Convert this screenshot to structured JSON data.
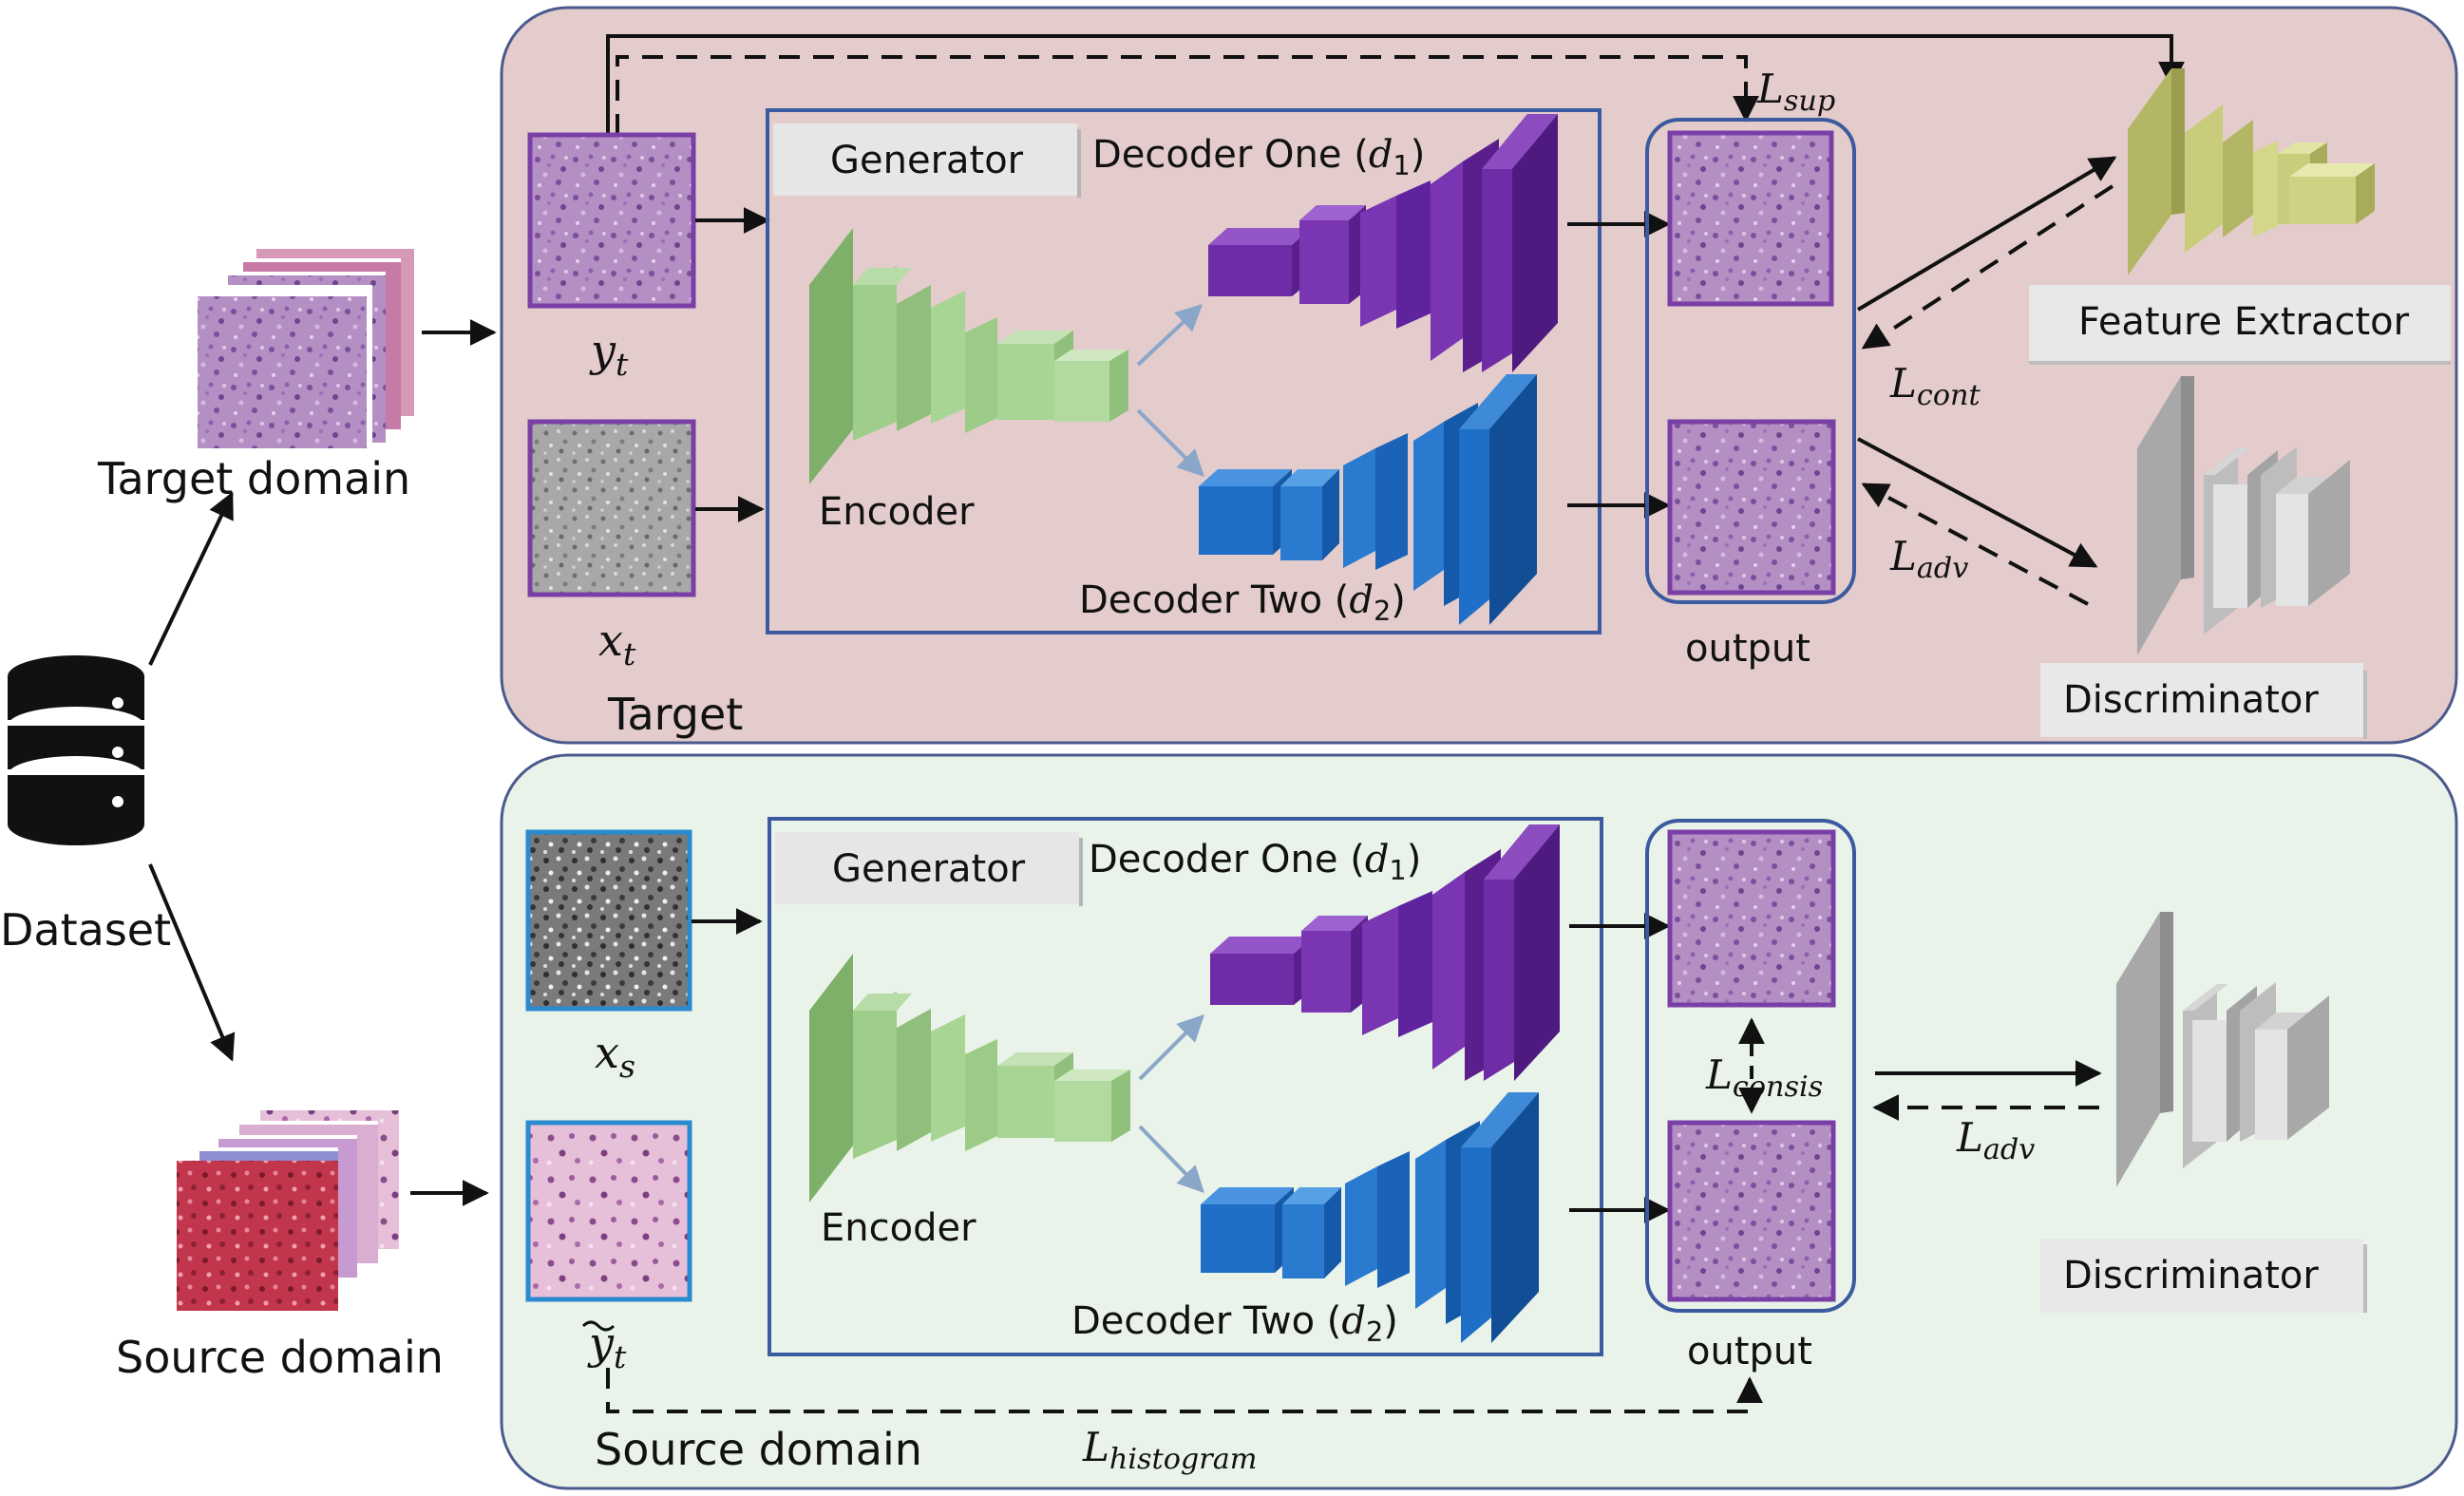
{
  "left": {
    "target_domain": "Target domain",
    "source_domain": "Source domain",
    "dataset": "Dataset"
  },
  "target_panel": {
    "panel_label": "Target",
    "generator": "Generator",
    "decoder_one_text": "Decoder One (",
    "decoder_one_var": "d",
    "decoder_one_sub": "1",
    "decoder_two_text": "Decoder Two (",
    "decoder_two_var": "d",
    "decoder_two_sub": "2",
    "paren_close": ")",
    "encoder": "Encoder",
    "output": "output",
    "feature_extractor": "Feature Extractor",
    "discriminator": "Discriminator",
    "yt_var": "y",
    "yt_sub": "t",
    "xt_var": "x",
    "xt_sub": "t",
    "loss_sup_var": "L",
    "loss_sup_sub": "sup",
    "loss_cont_var": "L",
    "loss_cont_sub": "cont",
    "loss_adv_var": "L",
    "loss_adv_sub": "adv"
  },
  "source_panel": {
    "panel_label": "Source domain",
    "generator": "Generator",
    "decoder_one_text": "Decoder One (",
    "decoder_one_var": "d",
    "decoder_one_sub": "1",
    "decoder_two_text": "Decoder Two (",
    "decoder_two_var": "d",
    "decoder_two_sub": "2",
    "paren_close": ")",
    "encoder": "Encoder",
    "output": "output",
    "discriminator": "Discriminator",
    "xs_var": "x",
    "xs_sub": "s",
    "yt_tilde_var": "y",
    "yt_tilde_sub": "t",
    "loss_consis_var": "L",
    "loss_consis_sub": "consis",
    "loss_adv_var": "L",
    "loss_adv_sub": "adv",
    "loss_hist_var": "L",
    "loss_hist_sub": "histogram"
  },
  "colors": {
    "target_panel_bg": "#e3cccb",
    "source_panel_bg": "#e9f3e9",
    "panel_border": "#4a5a8c",
    "encoder_green": "#9fce8a",
    "decoder_purple": "#6e2ca6",
    "decoder_blue": "#1f6fc8",
    "feature_olive": "#c9cc7a",
    "discriminator_gray": "#bdbdbd"
  }
}
